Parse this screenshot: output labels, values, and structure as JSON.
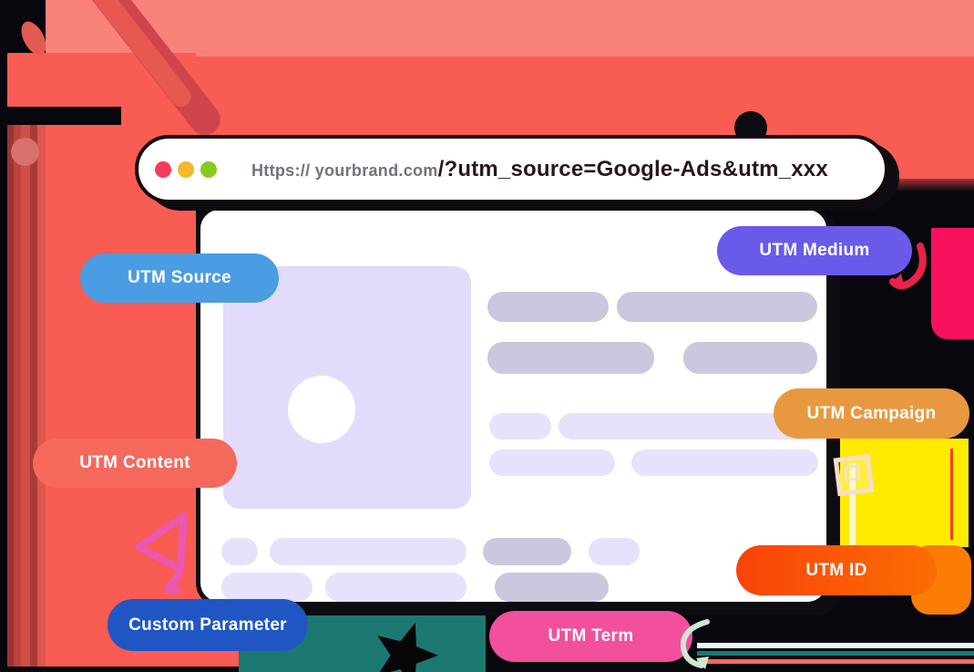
{
  "illustration": {
    "title": "UTM parameters diagram on a browser mockup",
    "palette": {
      "page_background": "#07070d",
      "coral_main": "#F85C53",
      "coral_light": "#F9837B",
      "teal": "#1B7972",
      "yellow": "#FFEB00",
      "magenta_edge": "#F8105C",
      "orange_blob": "#FB7D05",
      "placeholder_dark": "#CBC7DF",
      "placeholder_light": "#E7E1FB"
    }
  },
  "browser": {
    "url": {
      "prefix": "Https:// yourbrand.com",
      "params": "/?utm_source=Google-Ads&utm_xxx",
      "full": "Https:// yourbrand.com/?utm_source=Google-Ads&utm_xxx"
    },
    "traffic_dots": [
      {
        "name": "red-dot",
        "color": "#F73B5C"
      },
      {
        "name": "amber-dot",
        "color": "#F5B82D"
      },
      {
        "name": "green-dot",
        "color": "#85CC1F"
      }
    ]
  },
  "labels": [
    {
      "id": "utm-source",
      "text": "UTM Source",
      "color": "#4A9DE2"
    },
    {
      "id": "utm-medium",
      "text": "UTM Medium",
      "color": "#6A5AE9"
    },
    {
      "id": "utm-campaign",
      "text": "UTM Campaign",
      "color": "#E8993F"
    },
    {
      "id": "utm-content",
      "text": "UTM Content",
      "color": "#F4695C"
    },
    {
      "id": "utm-id",
      "text": "UTM ID",
      "color": "#F8480C"
    },
    {
      "id": "custom-parameter",
      "text": "Custom Parameter",
      "color": "#2056C4"
    },
    {
      "id": "utm-term",
      "text": "UTM Term",
      "color": "#F2509C"
    }
  ],
  "decorations": [
    {
      "name": "flag-icon",
      "color": "#F6DFC8"
    },
    {
      "name": "star-icon",
      "color": "#060608"
    },
    {
      "name": "red-hook-arrow-icon",
      "color": "#E7234A"
    },
    {
      "name": "pink-triangle-arrow-icon",
      "color": "#EC58B0"
    },
    {
      "name": "mint-curved-arrow-icon",
      "color": "#CDE8D2"
    }
  ]
}
